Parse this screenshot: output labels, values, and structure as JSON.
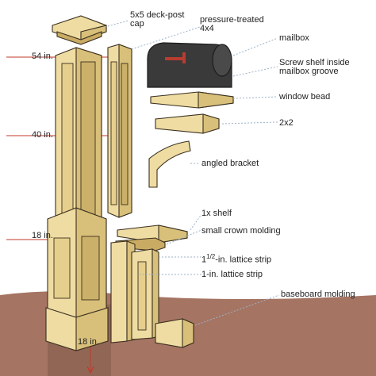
{
  "colors": {
    "wood": "#efdca2",
    "wood_dark": "#d9c07a",
    "wood_shadow": "#c9ab63",
    "outline": "#3a3020",
    "ground": "#a57462",
    "ground_dark": "#8c5d4c",
    "leader": "#9db3c9",
    "dim_line": "#c0392b",
    "mailbox": "#3a3a3a",
    "flag": "#b83c2f"
  },
  "labels": {
    "cap": "5x5 deck-post cap",
    "pressure_treated": "pressure-treated 4x4",
    "mailbox": "mailbox",
    "screw_shelf": "Screw shelf inside mailbox groove",
    "window_bead": "window bead",
    "two_by_two": "2x2",
    "angled_bracket": "angled bracket",
    "one_x_shelf": "1x shelf",
    "small_crown": "small crown molding",
    "lattice_wide_num": "1",
    "lattice_wide_frac": "1/2",
    "lattice_wide_rest": "-in. lattice strip",
    "lattice_narrow": "1-in. lattice strip",
    "baseboard": "baseboard molding"
  },
  "dimensions": {
    "d54": "54 in.",
    "d40": "40 in.",
    "d18_top": "18 in.",
    "d18_bottom": "18 in."
  }
}
